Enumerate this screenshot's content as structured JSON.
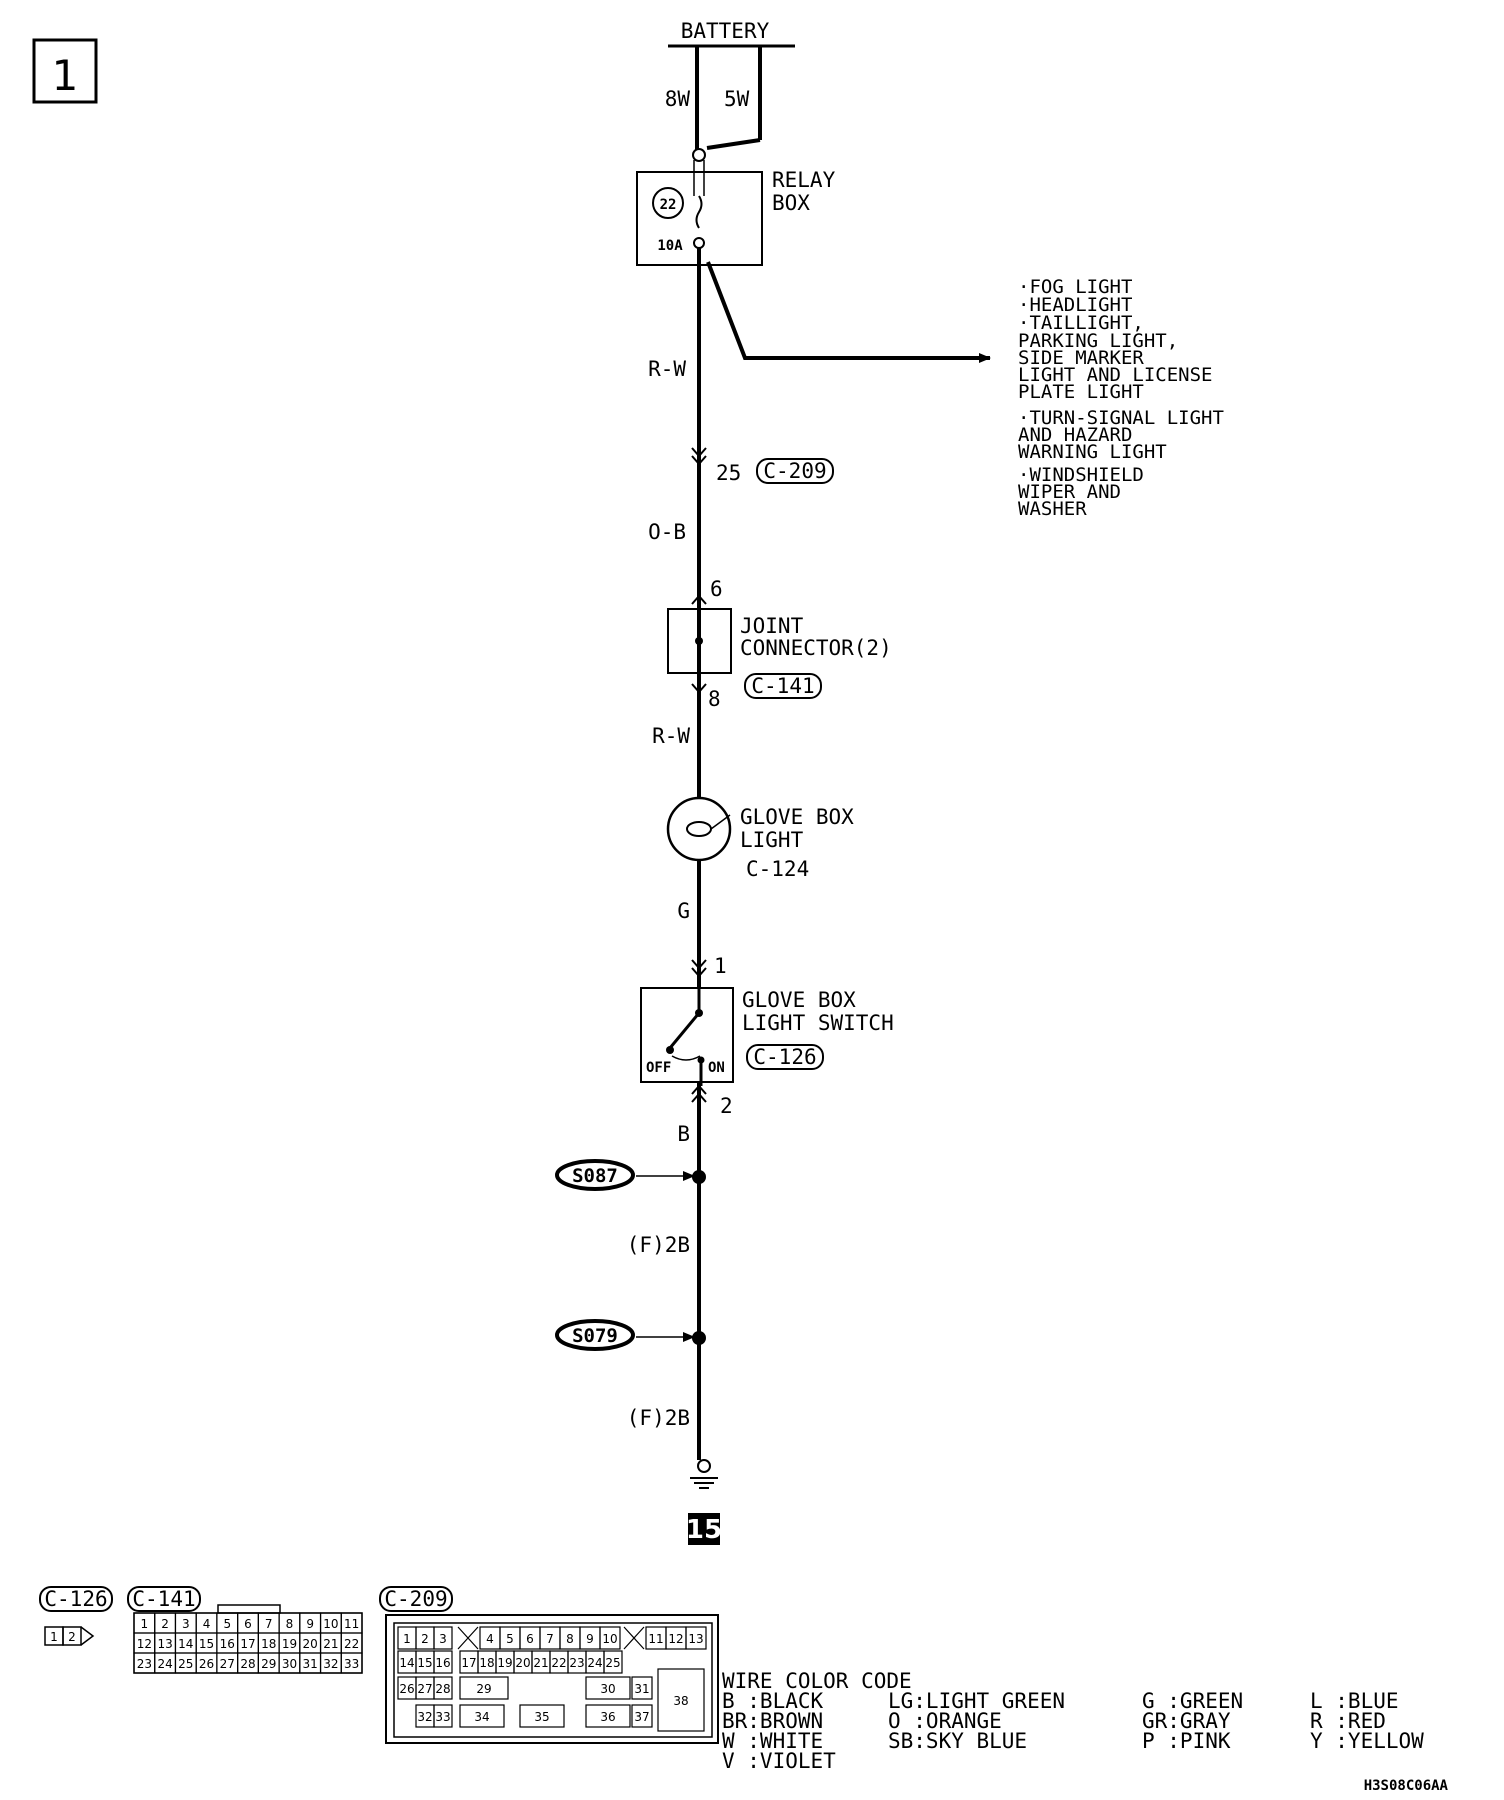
{
  "page_badge": "1",
  "ground_badge": "15",
  "diagram_code": "H3S08C06AA",
  "battery": {
    "label": "BATTERY",
    "wire_left": "8W",
    "wire_right": "5W"
  },
  "relay_box": {
    "label_1": "RELAY",
    "label_2": "BOX",
    "fuse_no": "22",
    "fuse_rating": "10A"
  },
  "branch_targets": [
    "·FOG LIGHT",
    "·HEADLIGHT",
    "·TAILLIGHT,",
    " PARKING LIGHT,",
    " SIDE MARKER",
    " LIGHT AND LICENSE",
    " PLATE LIGHT",
    "·TURN-SIGNAL LIGHT",
    " AND HAZARD",
    " WARNING LIGHT",
    "·WINDSHIELD",
    " WIPER AND",
    " WASHER"
  ],
  "wires": {
    "rw_top": "R-W",
    "ob": "O-B",
    "rw_mid": "R-W",
    "g": "G",
    "b": "B",
    "f2b_1": "(F)2B",
    "f2b_2": "(F)2B"
  },
  "connectors": {
    "c209": {
      "id": "C-209",
      "pin": "25"
    },
    "joint": {
      "label_1": "JOINT",
      "label_2": "CONNECTOR(2)",
      "id": "C-141",
      "pin_in": "6",
      "pin_out": "8"
    },
    "glove_light": {
      "label_1": "GLOVE BOX",
      "label_2": "LIGHT",
      "id": "C-124"
    },
    "glove_switch": {
      "label_1": "GLOVE BOX",
      "label_2": "LIGHT SWITCH",
      "id": "C-126",
      "pin_in": "1",
      "pin_out": "2",
      "off": "OFF",
      "on": "ON"
    }
  },
  "splices": {
    "s1": "S087",
    "s2": "S079"
  },
  "connector_views": {
    "c126": {
      "id": "C-126",
      "pins": [
        "1",
        "2"
      ]
    },
    "c141": {
      "id": "C-141",
      "rows": [
        [
          "1",
          "2",
          "3",
          "4",
          "5",
          "6",
          "7",
          "8",
          "9",
          "10",
          "11"
        ],
        [
          "12",
          "13",
          "14",
          "15",
          "16",
          "17",
          "18",
          "19",
          "20",
          "21",
          "22"
        ],
        [
          "23",
          "24",
          "25",
          "26",
          "27",
          "28",
          "29",
          "30",
          "31",
          "32",
          "33"
        ]
      ]
    },
    "c209": {
      "id": "C-209",
      "row1": [
        "1",
        "2",
        "3",
        "4",
        "5",
        "6",
        "7",
        "8",
        "9",
        "10",
        "11",
        "12",
        "13"
      ],
      "row2": [
        "14",
        "15",
        "16",
        "17",
        "18",
        "19",
        "20",
        "21",
        "22",
        "23",
        "24",
        "25"
      ],
      "row3": [
        "26",
        "27",
        "28",
        "29",
        "30",
        "31",
        "38"
      ],
      "row4": [
        "32",
        "33",
        "34",
        "35",
        "36",
        "37"
      ]
    }
  },
  "color_code": {
    "title": "WIRE COLOR CODE",
    "entries": [
      "B :BLACK",
      "LG:LIGHT GREEN",
      "G :GREEN",
      "L :BLUE",
      "BR:BROWN",
      "O :ORANGE",
      "GR:GRAY",
      "R :RED",
      "W :WHITE",
      "SB:SKY BLUE",
      "P :PINK",
      "Y :YELLOW",
      "V :VIOLET"
    ]
  }
}
